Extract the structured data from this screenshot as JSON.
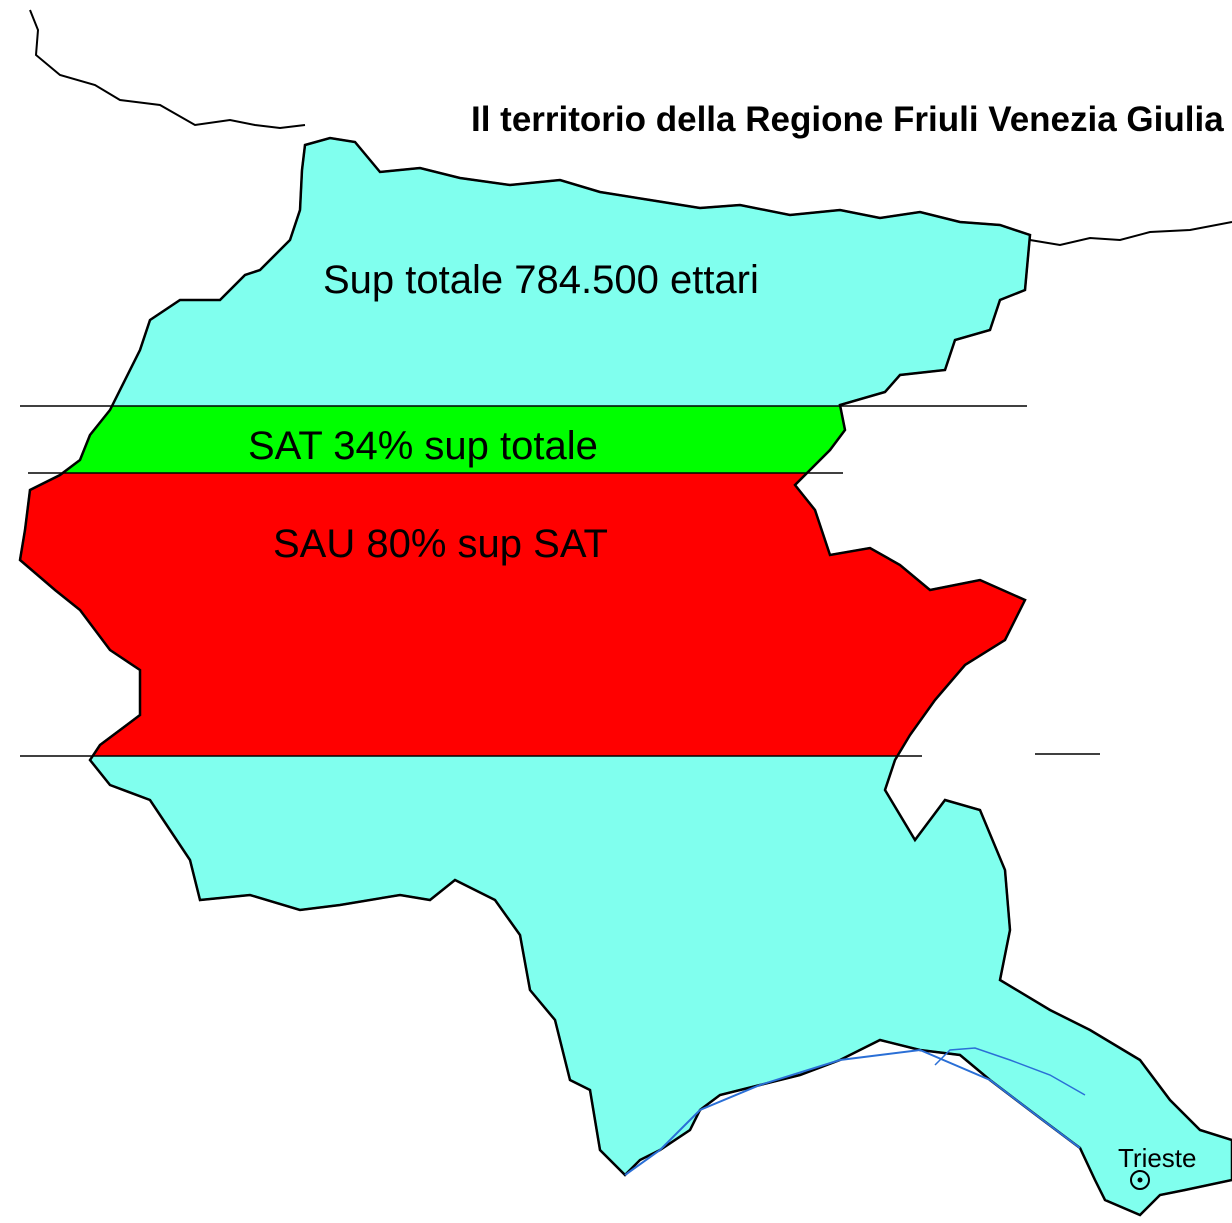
{
  "title": "Il territorio della Regione Friuli Venezia Giulia",
  "regions": {
    "total": {
      "label": "Sup totale 784.500 ettari",
      "color": "#80ffee"
    },
    "sat": {
      "label": "SAT 34% sup totale",
      "color": "#00ff00"
    },
    "sau": {
      "label": "SAU 80% sup SAT",
      "color": "#ff0000"
    }
  },
  "city": {
    "name": "Trieste",
    "marker": "city-marker-icon"
  }
}
